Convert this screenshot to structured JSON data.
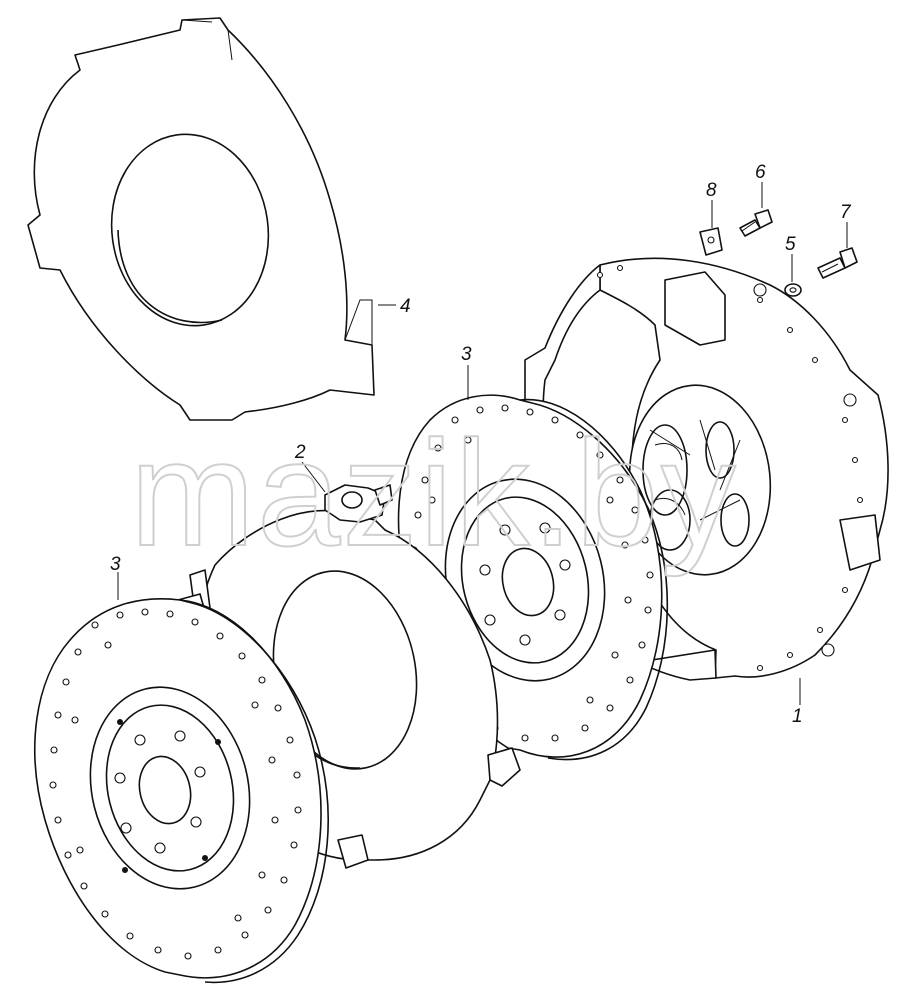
{
  "callouts": {
    "c1": "1",
    "c2": "2",
    "c3a": "3",
    "c3b": "3",
    "c4": "4",
    "c5": "5",
    "c6": "6",
    "c7": "7",
    "c8": "8"
  },
  "watermark": "mazik.by",
  "colors": {
    "line": "#111111",
    "background": "#ffffff",
    "watermark": "#cfcfcf"
  }
}
